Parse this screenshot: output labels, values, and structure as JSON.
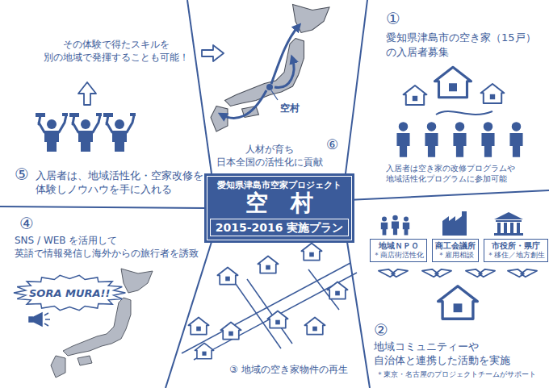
{
  "diagram": {
    "nodes": [
      {
        "text": [
          "愛知県津島市空家プロジェクト",
          "空　村",
          "2015-2016 実施プラン"
        ]
      },
      {
        "text": [
          "地域ＮＰＯ",
          "＊商店街活性化"
        ]
      },
      {
        "text": [
          "商工会議所",
          "＊雇用相談"
        ]
      },
      {
        "text": [
          "市役所・県庁",
          "＊移住／地方創生"
        ]
      },
      {
        "text": [
          "SORA MURA!!"
        ]
      }
    ],
    "labels": [
      "その体験で得たスキルを 別の地域で発揮することも可能！",
      "空村",
      "人材が育ち 日本全国の活性化に貢献",
      "⑥",
      "①",
      "愛知県津島市の空き家（15戸） の入居者募集",
      "入居者は空き家の改修プログラムや 地域活性化プログラムに参加可能",
      "⑤",
      "入居者は、地域活性化・空家改修を 体験しノウハウを手に入れる",
      "④",
      "SNS / WEB を活用して 英語で情報発信し海外からの旅行者を誘致",
      "③ 地域の空き家物件の再生",
      "②",
      "地域コミュニティーや 自治体と連携した活動を実施",
      "＊東京・名古屋のプロジェクトチームがサポート"
    ]
  }
}
